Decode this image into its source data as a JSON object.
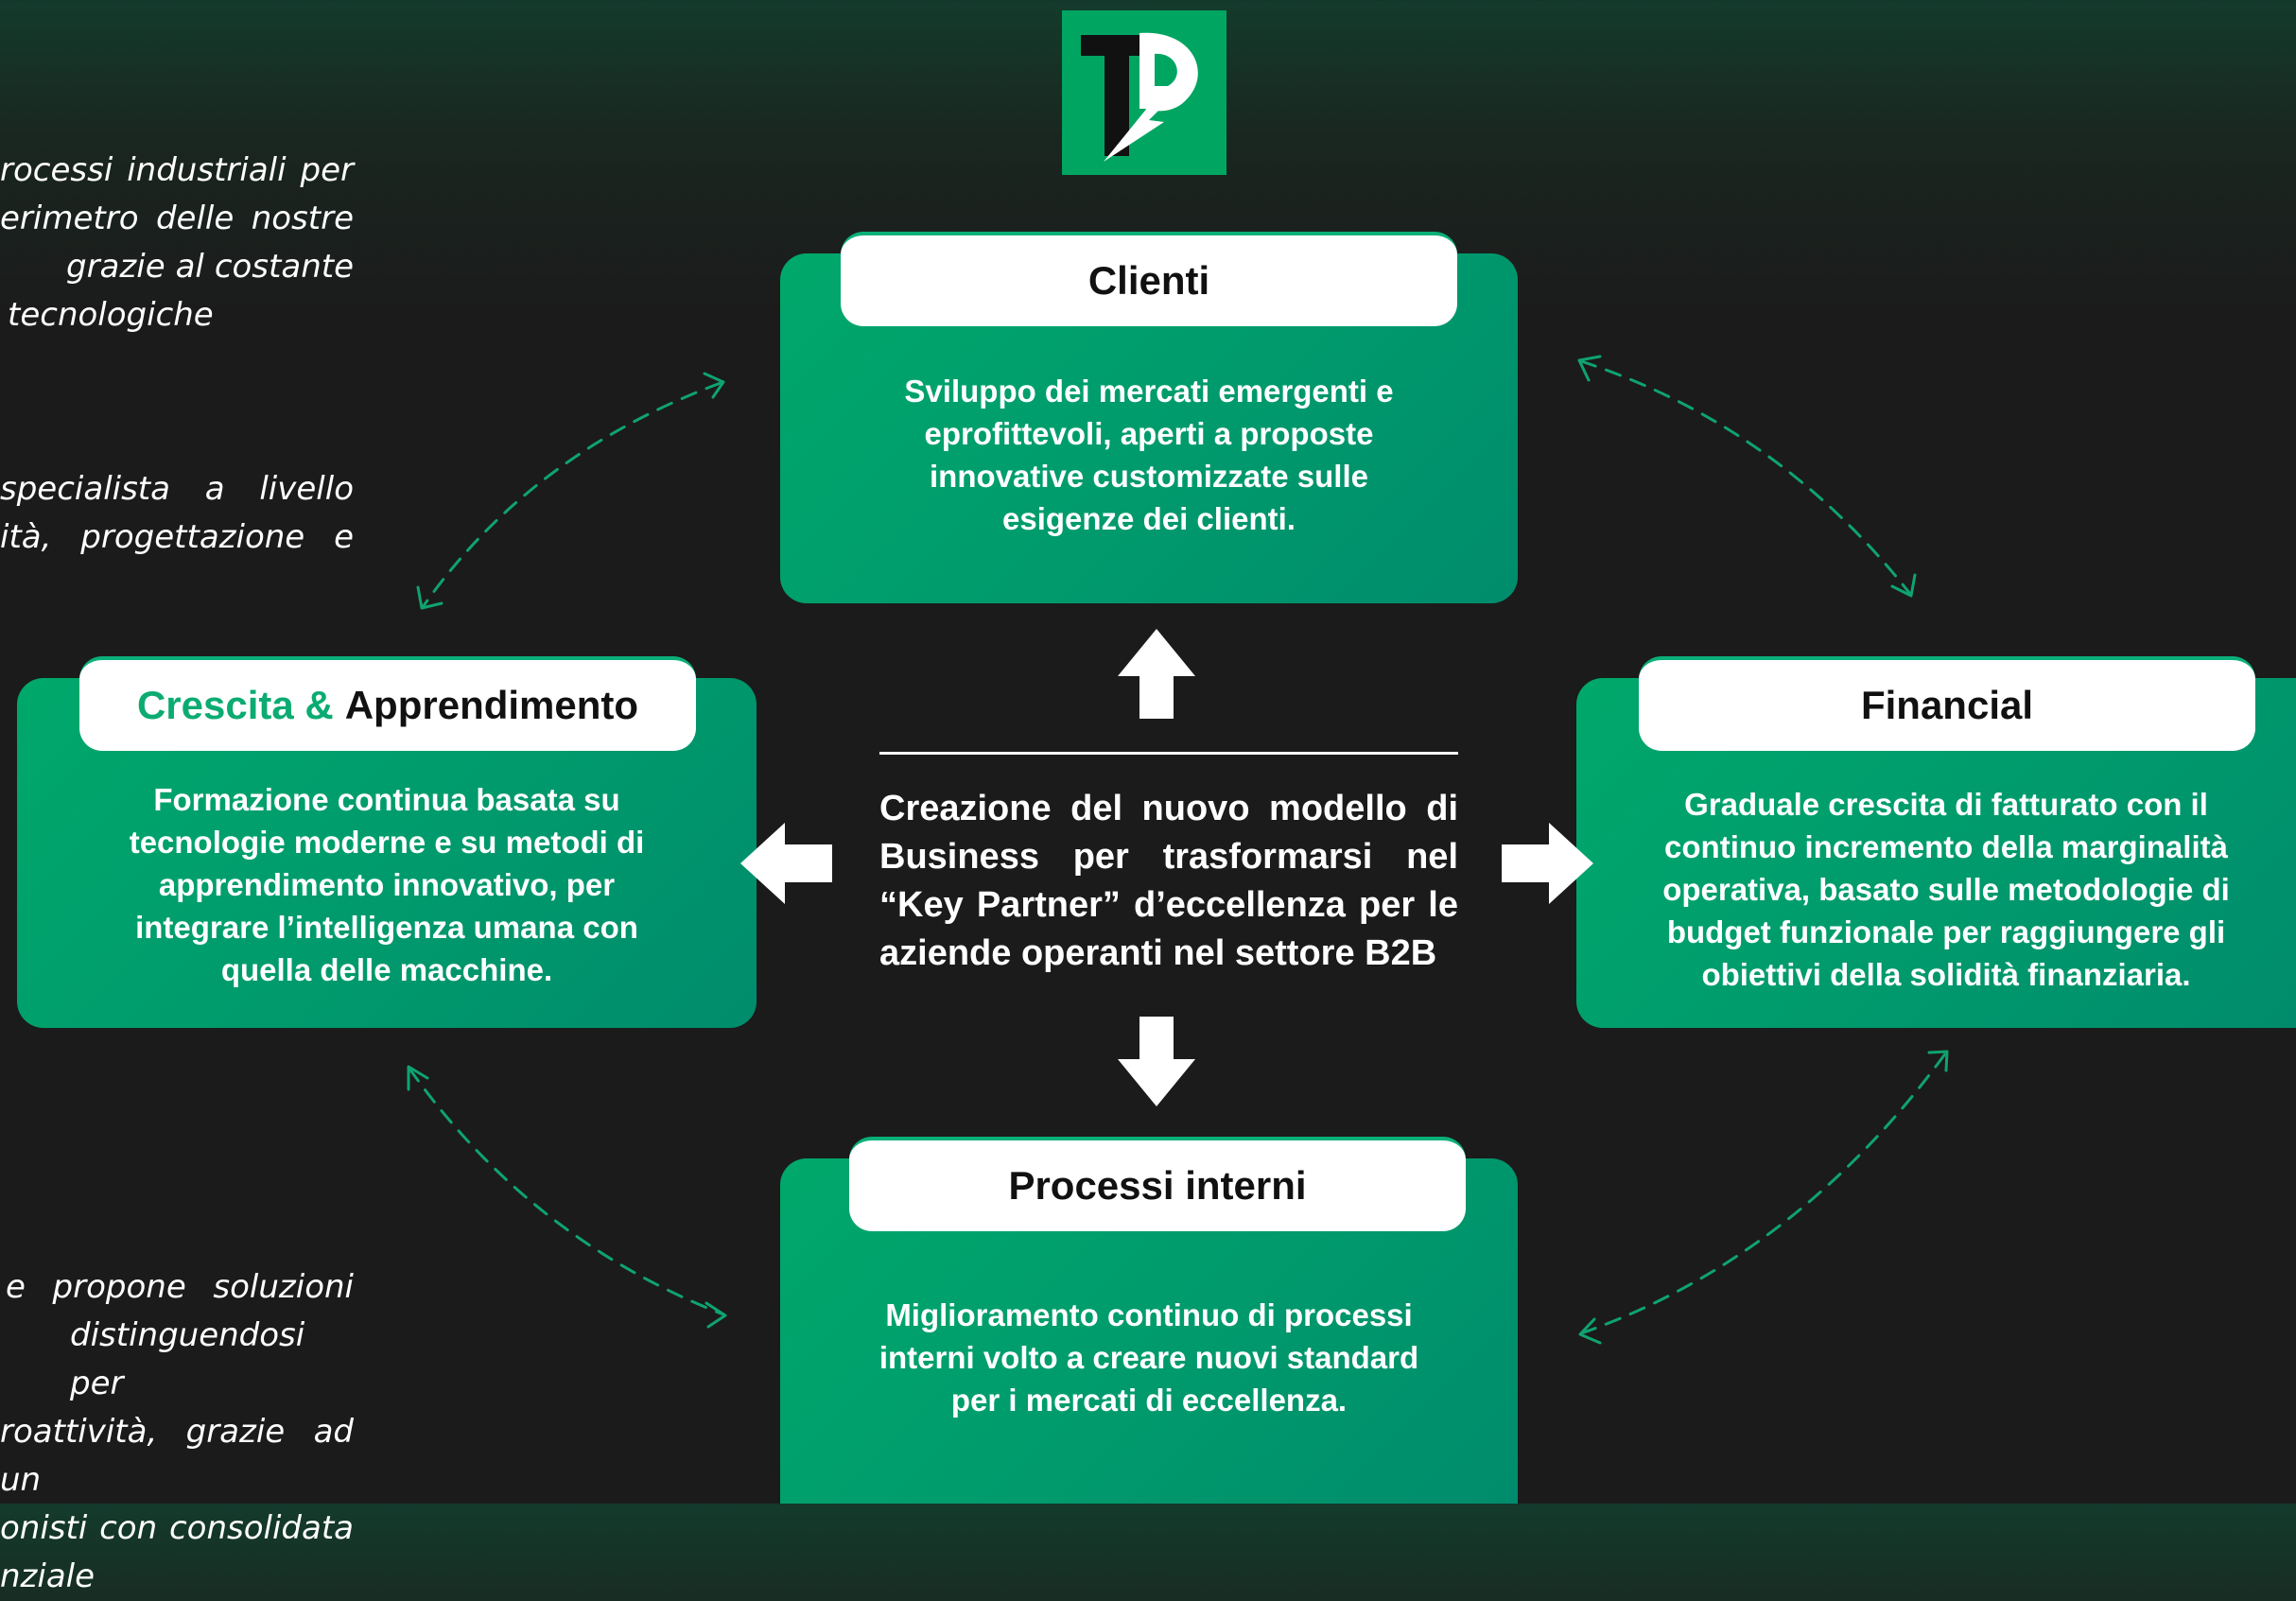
{
  "logo": {
    "letters": "TP",
    "color": "#00a562"
  },
  "left_column": {
    "block1": [
      "rocessi industriali per",
      "erimetro delle nostre",
      "grazie al costante",
      "tecnologiche"
    ],
    "block2": [
      "specialista a livello",
      "ità, progettazione e"
    ],
    "block3": [
      "e propone soluzioni",
      "distinguendosi per",
      "roattività, grazie ad un",
      "onisti con consolidata",
      "nziale"
    ]
  },
  "boxes": {
    "clienti": {
      "title": "Clienti",
      "lines": [
        "Sviluppo dei mercati emergenti e",
        "eprofittevoli, aperti a proposte",
        "innovative customizzate sulle",
        "esigenze dei clienti."
      ]
    },
    "crescita": {
      "title_accent": "Crescita &",
      "title_rest": "Apprendimento",
      "lines": [
        "Formazione continua basata su",
        "tecnologie moderne e su metodi di",
        "apprendimento innovativo, per",
        "integrare l’intelligenza umana con",
        "quella delle macchine."
      ]
    },
    "financial": {
      "title": "Financial",
      "lines": [
        "Graduale crescita di fatturato con il",
        "continuo incremento della marginalità",
        "operativa, basato sulle metodologie di",
        "budget funzionale per raggiungere gli",
        "obiettivi della solidità finanziaria."
      ]
    },
    "processi": {
      "title": "Processi interni",
      "lines": [
        "Miglioramento continuo di processi",
        "interni volto a creare nuovi standard",
        "per i mercati di eccellenza."
      ]
    }
  },
  "center": {
    "lines": [
      "Creazione del nuovo modello di",
      "Business per trasformarsi nel",
      "“Key Partner” d’eccellenza per le",
      "aziende operanti nel settore B2B"
    ]
  },
  "colors": {
    "accent_green": "#00a86b",
    "dashed_arrow": "#0fa36f",
    "text_dark": "#111111",
    "background": "#1b1b1b"
  }
}
